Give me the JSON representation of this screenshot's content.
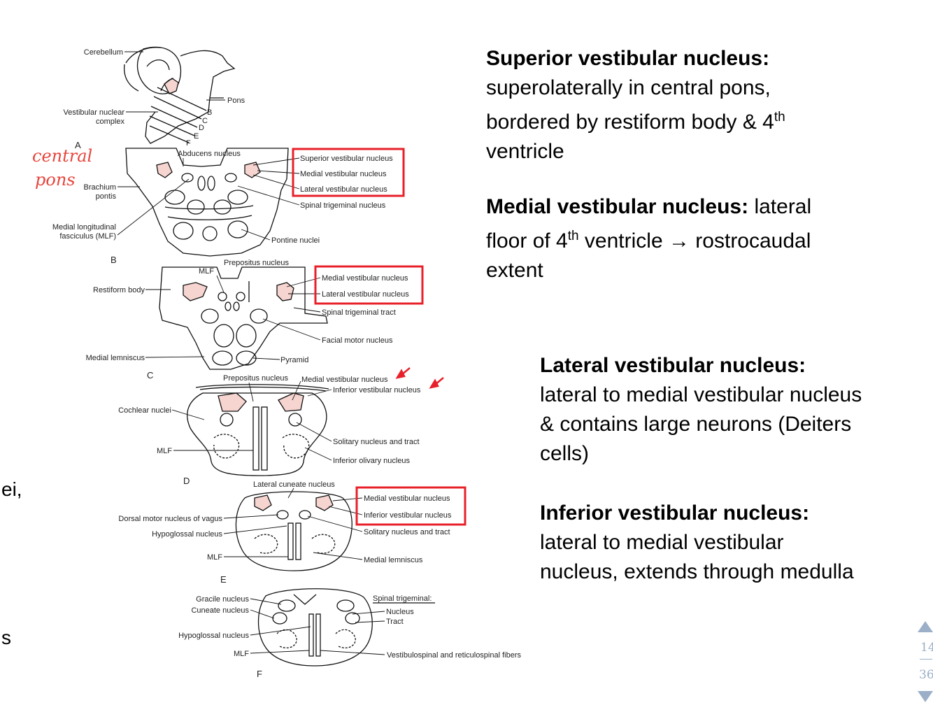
{
  "left_fragments": {
    "upper": "ei,",
    "lower": "s"
  },
  "diagram": {
    "handwritten": [
      "central",
      "pons"
    ],
    "section_a": {
      "letter": "A",
      "cerebellum": "Cerebellum",
      "pons": "Pons",
      "vestibular_complex_1": "Vestibular nuclear",
      "vestibular_complex_2": "complex",
      "cuts": [
        "B",
        "C",
        "D",
        "E",
        "F"
      ]
    },
    "section_b": {
      "letter": "B",
      "abducens": "Abducens nucleus",
      "superior_vn": "Superior vestibular nucleus",
      "medial_vn": "Medial vestibular nucleus",
      "lateral_vn": "Lateral vestibular nucleus",
      "spinal_trigeminal": "Spinal trigeminal nucleus",
      "brachium_1": "Brachium",
      "brachium_2": "pontis",
      "mlf_1": "Medial longitudinal",
      "mlf_2": "fasciculus (MLF)",
      "pontine": "Pontine nuclei"
    },
    "section_c": {
      "letter": "C",
      "prepositus": "Prepositus nucleus",
      "mlf": "MLF",
      "medial_vn": "Medial vestibular nucleus",
      "lateral_vn": "Lateral vestibular nucleus",
      "restiform": "Restiform body",
      "spinal_tract": "Spinal trigeminal tract",
      "facial": "Facial motor nucleus",
      "lemniscus": "Medial lemniscus",
      "pyramid": "Pyramid"
    },
    "section_d": {
      "letter": "D",
      "prepositus": "Prepositus nucleus",
      "medial_vn": "Medial vestibular nucleus",
      "inferior_vn": "Inferior vestibular nucleus",
      "cochlear": "Cochlear nuclei",
      "solitary": "Solitary nucleus and tract",
      "mlf": "MLF",
      "olivary": "Inferior olivary nucleus"
    },
    "section_e": {
      "letter": "E",
      "cuneate": "Lateral cuneate nucleus",
      "medial_vn": "Medial vestibular nucleus",
      "inferior_vn": "Inferior vestibular nucleus",
      "vagus": "Dorsal motor nucleus of vagus",
      "hypoglossal": "Hypoglossal nucleus",
      "solitary": "Solitary nucleus and tract",
      "mlf": "MLF",
      "lemniscus": "Medial lemniscus"
    },
    "section_f": {
      "letter": "F",
      "gracile": "Gracile nucleus",
      "cuneate": "Cuneate nucleus",
      "spinal_trig": "Spinal trigeminal:",
      "nucleus": "Nucleus",
      "tract": "Tract",
      "hypoglossal": "Hypoglossal nucleus",
      "mlf": "MLF",
      "fibers": "Vestibulospinal and reticulospinal fibers"
    }
  },
  "text_blocks": {
    "superior": {
      "heading": "Superior vestibular nucleus:",
      "line1": "superolaterally in central pons,",
      "line2": "bordered by restiform body & 4",
      "sup": "th",
      "line3": "ventricle"
    },
    "medial": {
      "heading": "Medial vestibular nucleus:",
      "after_heading": " lateral",
      "line2_a": "floor of 4",
      "sup": "th",
      "line2_b": " ventricle → rostrocaudal",
      "line3": "extent"
    },
    "lateral": {
      "heading": "Lateral vestibular nucleus:",
      "line1": "lateral to medial vestibular nucleus",
      "line2": "& contains large neurons (Deiters",
      "line3": "cells)"
    },
    "inferior": {
      "heading": "Inferior vestibular nucleus:",
      "line1": "lateral to medial vestibular",
      "line2": "nucleus, extends through  medulla"
    }
  },
  "pagination": {
    "current": "14",
    "total": "36"
  },
  "colors": {
    "highlight_box": "#e8202a",
    "nucleus_fill": "#f6d4cf",
    "nav": "#9bb0c8",
    "annotation": "#e8453c"
  }
}
